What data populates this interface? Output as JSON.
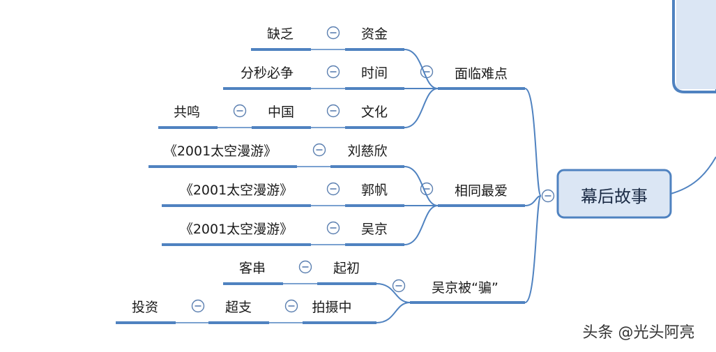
{
  "root": {
    "label": "幕后故事"
  },
  "branches": [
    {
      "label": "面临难点",
      "children": [
        {
          "chain": [
            "资金",
            "缺乏"
          ]
        },
        {
          "chain": [
            "时间",
            "分秒必争"
          ]
        },
        {
          "chain": [
            "文化",
            "中国",
            "共鸣"
          ]
        }
      ]
    },
    {
      "label": "相同最爱",
      "children": [
        {
          "chain": [
            "刘慈欣",
            "《2001太空漫游》"
          ]
        },
        {
          "chain": [
            "郭帆",
            "《2001太空漫游》"
          ]
        },
        {
          "chain": [
            "吴京",
            "《2001太空漫游》"
          ]
        }
      ]
    },
    {
      "label": "吴京被“骗”",
      "children": [
        {
          "chain": [
            "起初",
            "客串"
          ]
        },
        {
          "chain": [
            "拍摄中",
            "超支",
            "投资"
          ]
        }
      ]
    }
  ],
  "watermark": "头条 @光头阿亮",
  "colors": {
    "line": "#4f82c0",
    "root_fill": "#dbe6f4",
    "root_stroke": "#4f82c0",
    "collapse_icon": "#5b7fb0"
  }
}
